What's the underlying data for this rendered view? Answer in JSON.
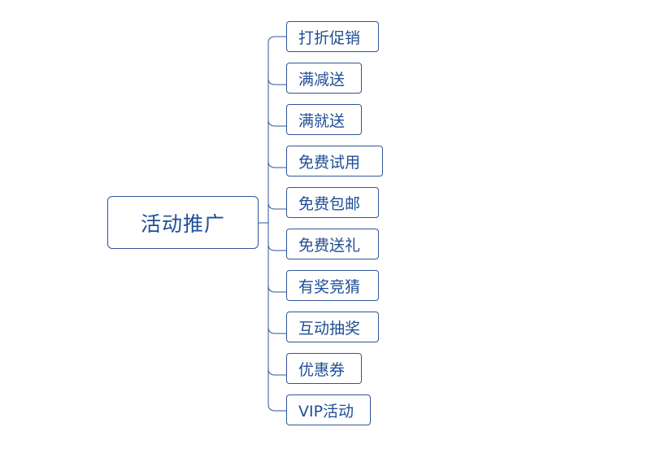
{
  "mindmap": {
    "root": {
      "label": "活动推广"
    },
    "children": [
      {
        "label": "打折促销"
      },
      {
        "label": "满减送"
      },
      {
        "label": "满就送"
      },
      {
        "label": " 免费试用"
      },
      {
        "label": "免费包邮"
      },
      {
        "label": "免费送礼"
      },
      {
        "label": "有奖竞猜"
      },
      {
        "label": "互动抽奖"
      },
      {
        "label": "优惠券"
      },
      {
        "label": "VIP活动"
      }
    ]
  },
  "colors": {
    "line": "#2f5597",
    "text": "#1f4e96",
    "background": "#ffffff"
  }
}
